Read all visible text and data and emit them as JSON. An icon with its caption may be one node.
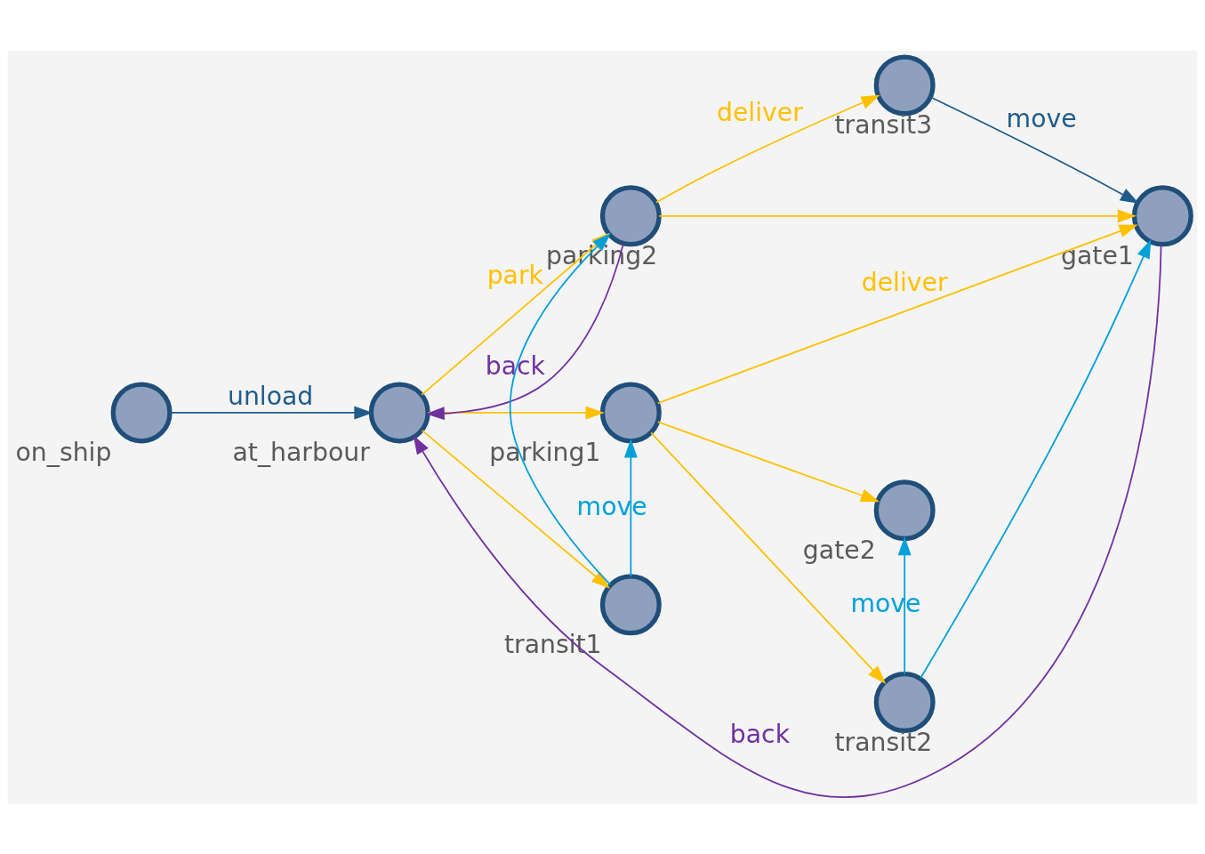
{
  "diagram": {
    "nodes": [
      {
        "text": [
          "on_ship"
        ]
      },
      {
        "text": [
          "at_harbour"
        ]
      },
      {
        "text": [
          "parking2"
        ]
      },
      {
        "text": [
          "parking1"
        ]
      },
      {
        "text": [
          "transit1"
        ]
      },
      {
        "text": [
          "transit3"
        ]
      },
      {
        "text": [
          "gate1"
        ]
      },
      {
        "text": [
          "gate2"
        ]
      },
      {
        "text": [
          "transit2"
        ]
      }
    ],
    "edges": [
      {
        "from": 0,
        "to": 1,
        "arrow": "to",
        "label": "unload",
        "color": "#1f5c8b"
      },
      {
        "from": 1,
        "to": 2,
        "arrow": "to",
        "label": "park",
        "color": "#ffc000"
      },
      {
        "from": 1,
        "to": 3,
        "arrow": "to",
        "color": "#ffc000"
      },
      {
        "from": 1,
        "to": 4,
        "arrow": "to",
        "color": "#ffc000"
      },
      {
        "from": 2,
        "to": 1,
        "arrow": "to",
        "label": "back",
        "color": "#7030a0"
      },
      {
        "from": 2,
        "to": 5,
        "arrow": "to",
        "label": "deliver",
        "color": "#ffc000"
      },
      {
        "from": 2,
        "to": 6,
        "arrow": "to",
        "color": "#ffc000"
      },
      {
        "from": 6,
        "to": 1,
        "arrow": "to",
        "label": "back",
        "color": "#7030a0"
      },
      {
        "from": 5,
        "to": 6,
        "arrow": "to",
        "label": "move",
        "color": "#1f5c8b"
      },
      {
        "from": 4,
        "to": 2,
        "arrow": "to",
        "color": "#00a0d8"
      },
      {
        "from": 4,
        "to": 3,
        "arrow": "to",
        "label": "move",
        "color": "#00a0d8"
      },
      {
        "from": 3,
        "to": 6,
        "arrow": "to",
        "label": "deliver",
        "color": "#ffc000"
      },
      {
        "from": 3,
        "to": 7,
        "arrow": "to",
        "color": "#ffc000"
      },
      {
        "from": 3,
        "to": 8,
        "arrow": "to",
        "color": "#ffc000"
      },
      {
        "from": 8,
        "to": 6,
        "arrow": "to",
        "color": "#00a0d8"
      },
      {
        "from": 8,
        "to": 7,
        "arrow": "to",
        "label": "move",
        "color": "#00a0d8"
      }
    ]
  }
}
